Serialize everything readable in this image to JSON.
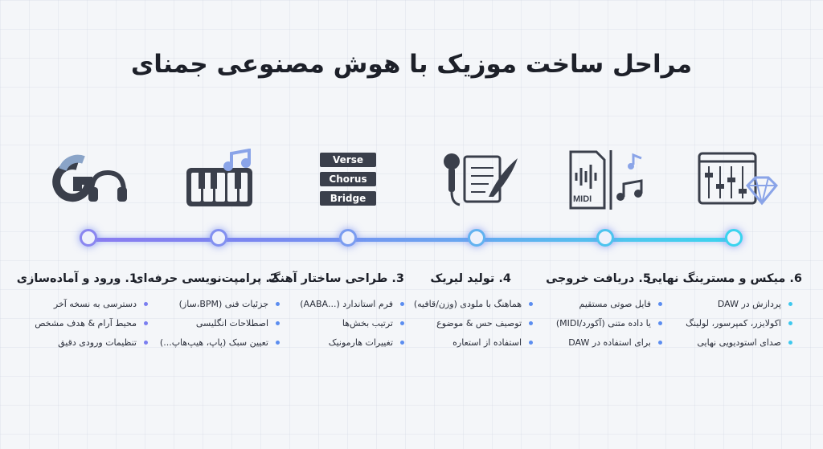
{
  "title": "مراحل ساخت موزیک با هوش مصنوعی جمنای",
  "colors": {
    "accent_start": "#8a7cf0",
    "accent_end": "#3ad4ee",
    "icon_dark": "#3a3f4b"
  },
  "steps": [
    {
      "title": "6. میکس و مسترینگ نهایی",
      "icon": "mixer-sliders-diamond-icon",
      "bullets": [
        "پردازش در DAW",
        "اکولایزر، کمپرسور، لولینگ",
        "صدای استودیویی نهایی"
      ]
    },
    {
      "title": "5. دریافت خروجی",
      "icon": "midi-file-music-icon",
      "bullets": [
        "فایل صوتی مستقیم",
        "یا داده متنی (آکورد/MIDI)",
        "برای استفاده در DAW"
      ]
    },
    {
      "title": "4. تولید لیریک",
      "icon": "microphone-notebook-quill-icon",
      "bullets": [
        "هماهنگ با ملودی (وزن/قافیه)",
        "توصیف حس & موضوع",
        "استفاده از استعاره"
      ]
    },
    {
      "title": "3. طراحی ساختار آهنگ",
      "icon": "song-structure-blocks-icon",
      "blocks": [
        "Verse",
        "Chorus",
        "Bridge"
      ],
      "bullets": [
        "فرم استاندارد (...AABA)",
        "ترتیب بخش‌ها",
        "تغییرات هارمونیک"
      ]
    },
    {
      "title": "2. پرامپت‌نویسی حرفه‌ای",
      "icon": "piano-music-note-icon",
      "bullets": [
        "جزئیات فنی (BPM،ساز)",
        "اصطلاحات انگلیسی",
        "تعیین سبک (پاپ، هیپ‌هاپ...)"
      ]
    },
    {
      "title": "1. ورود و آماده‌سازی",
      "icon": "google-headphones-icon",
      "bullets": [
        "دسترسی به نسخه آخر",
        "محیط آرام & هدف مشخص",
        "تنظیمات ورودی دقیق"
      ]
    }
  ]
}
